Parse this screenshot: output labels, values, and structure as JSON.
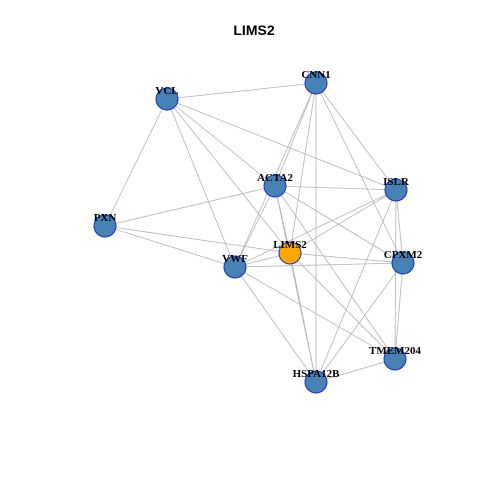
{
  "graph": {
    "title": "LIMS2",
    "colors": {
      "node_fill": "#4682B4",
      "node_stroke": "#1a2fbf",
      "center_fill": "#FFA500",
      "center_stroke": "#1a2fbf",
      "edge": "#b4b4b4"
    },
    "center": "LIMS2",
    "nodes": [
      {
        "id": "CNN1",
        "label": "CNN1"
      },
      {
        "id": "VCL",
        "label": "VCL"
      },
      {
        "id": "ACTA2",
        "label": "ACTA2"
      },
      {
        "id": "ISLR",
        "label": "ISLR"
      },
      {
        "id": "PXN",
        "label": "PXN"
      },
      {
        "id": "LIMS2",
        "label": "LIMS2"
      },
      {
        "id": "VWF",
        "label": "VWF"
      },
      {
        "id": "CPXM2",
        "label": "CPXM2"
      },
      {
        "id": "TMEM204",
        "label": "TMEM204"
      },
      {
        "id": "HSPA12B",
        "label": "HSPA12B"
      }
    ],
    "edges": [
      [
        "VCL",
        "CNN1"
      ],
      [
        "VCL",
        "ACTA2"
      ],
      [
        "VCL",
        "PXN"
      ],
      [
        "VCL",
        "VWF"
      ],
      [
        "VCL",
        "LIMS2"
      ],
      [
        "VCL",
        "ISLR"
      ],
      [
        "CNN1",
        "ACTA2"
      ],
      [
        "CNN1",
        "VWF"
      ],
      [
        "CNN1",
        "LIMS2"
      ],
      [
        "CNN1",
        "ISLR"
      ],
      [
        "CNN1",
        "CPXM2"
      ],
      [
        "CNN1",
        "HSPA12B"
      ],
      [
        "ACTA2",
        "PXN"
      ],
      [
        "ACTA2",
        "ISLR"
      ],
      [
        "ACTA2",
        "VWF"
      ],
      [
        "ACTA2",
        "LIMS2"
      ],
      [
        "ACTA2",
        "CPXM2"
      ],
      [
        "ACTA2",
        "TMEM204"
      ],
      [
        "ACTA2",
        "HSPA12B"
      ],
      [
        "ISLR",
        "LIMS2"
      ],
      [
        "ISLR",
        "VWF"
      ],
      [
        "ISLR",
        "CPXM2"
      ],
      [
        "ISLR",
        "TMEM204"
      ],
      [
        "ISLR",
        "HSPA12B"
      ],
      [
        "PXN",
        "VWF"
      ],
      [
        "PXN",
        "LIMS2"
      ],
      [
        "VWF",
        "LIMS2"
      ],
      [
        "VWF",
        "CPXM2"
      ],
      [
        "VWF",
        "TMEM204"
      ],
      [
        "VWF",
        "HSPA12B"
      ],
      [
        "LIMS2",
        "CPXM2"
      ],
      [
        "LIMS2",
        "TMEM204"
      ],
      [
        "LIMS2",
        "HSPA12B"
      ],
      [
        "CPXM2",
        "TMEM204"
      ],
      [
        "CPXM2",
        "HSPA12B"
      ],
      [
        "TMEM204",
        "HSPA12B"
      ]
    ]
  }
}
